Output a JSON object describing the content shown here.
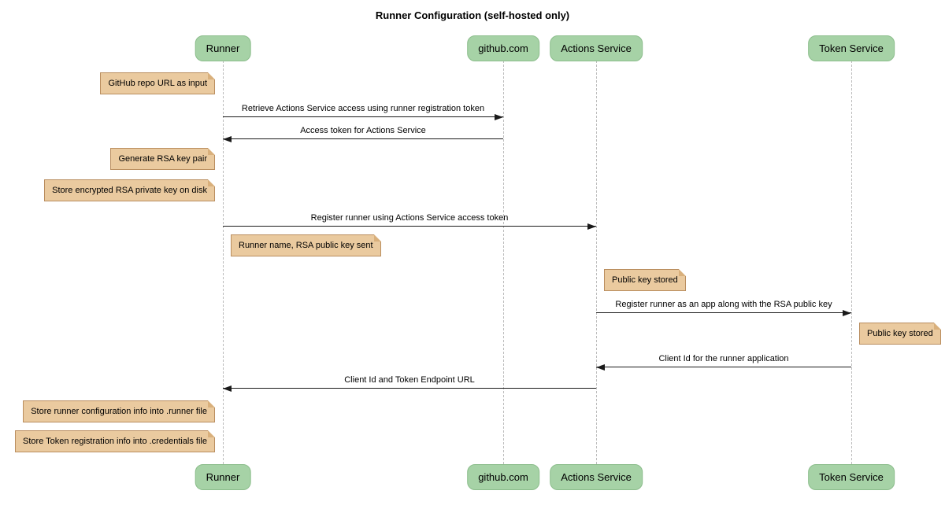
{
  "title": "Runner Configuration (self-hosted only)",
  "colors": {
    "background": "#FFFFFF",
    "participant_fill": "#A6D2A6",
    "participant_border": "#8BBD8B",
    "note_fill": "#EACA9F",
    "note_border": "#B98D5E",
    "note_fold": "#D9B07C",
    "lifeline": "#BBBBBB",
    "message_line": "#1A1A1A",
    "text": "#000000"
  },
  "participants": [
    {
      "id": "runner",
      "label": "Runner"
    },
    {
      "id": "github",
      "label": "github.com"
    },
    {
      "id": "actions",
      "label": "Actions Service"
    },
    {
      "id": "token",
      "label": "Token Service"
    }
  ],
  "events": [
    {
      "type": "note",
      "side": "left",
      "anchor": "runner",
      "text": "GitHub repo URL as input"
    },
    {
      "type": "message",
      "from": "runner",
      "to": "github",
      "text": "Retrieve Actions Service access using runner registration token"
    },
    {
      "type": "message",
      "from": "github",
      "to": "runner",
      "text": "Access token for Actions Service"
    },
    {
      "type": "note",
      "side": "left",
      "anchor": "runner",
      "text": "Generate RSA key pair"
    },
    {
      "type": "note",
      "side": "left",
      "anchor": "runner",
      "text": "Store encrypted RSA private key on disk"
    },
    {
      "type": "message",
      "from": "runner",
      "to": "actions",
      "text": "Register runner using Actions Service access token"
    },
    {
      "type": "note",
      "side": "right",
      "anchor": "runner",
      "text": "Runner name, RSA public key sent"
    },
    {
      "type": "note",
      "side": "right",
      "anchor": "actions",
      "text": "Public key stored"
    },
    {
      "type": "message",
      "from": "actions",
      "to": "token",
      "text": "Register runner as an app along with the RSA public key"
    },
    {
      "type": "note",
      "side": "right",
      "anchor": "token",
      "text": "Public key stored"
    },
    {
      "type": "message",
      "from": "token",
      "to": "actions",
      "text": "Client Id for the runner application"
    },
    {
      "type": "message",
      "from": "actions",
      "to": "runner",
      "text": "Client Id and Token Endpoint URL"
    },
    {
      "type": "note",
      "side": "left",
      "anchor": "runner",
      "text": "Store runner configuration info into .runner file"
    },
    {
      "type": "note",
      "side": "left",
      "anchor": "runner",
      "text": "Store Token registration info into .credentials file"
    }
  ]
}
